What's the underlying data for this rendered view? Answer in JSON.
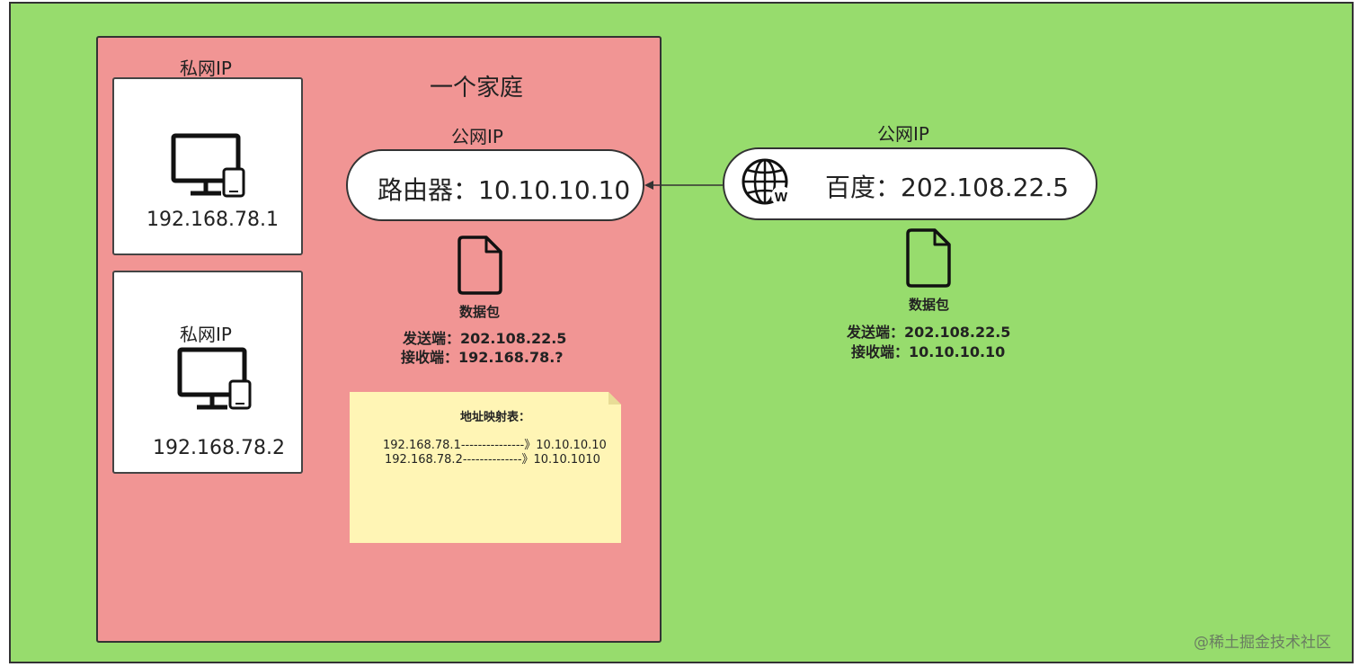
{
  "home": {
    "title": "一个家庭",
    "devices": [
      {
        "label": "私网IP",
        "ip": "192.168.78.1"
      },
      {
        "label": "私网IP",
        "ip": "192.168.78.2"
      }
    ],
    "router": {
      "public_label": "公网IP",
      "text": "路由器：10.10.10.10"
    },
    "packet": {
      "label": "数据包",
      "sender": "发送端：202.108.22.5",
      "receiver": "接收端：192.168.78.?"
    },
    "mapping_table": {
      "title": "地址映射表：",
      "rows": [
        "192.168.78.1---------------》10.10.10.10",
        "192.168.78.2--------------》10.10.1010"
      ]
    }
  },
  "baidu": {
    "public_label": "公网IP",
    "text": "百度：202.108.22.5",
    "packet": {
      "label": "数据包",
      "sender": "发送端：202.108.22.5",
      "receiver": "接收端：10.10.10.10"
    }
  },
  "watermark": "@稀土掘金技术社区",
  "colors": {
    "internet_bg": "#97dc6d",
    "home_bg": "#f19594",
    "note_bg": "#fff5b5"
  },
  "icons": [
    "monitor-phone-icon",
    "file-icon",
    "globe-icon"
  ]
}
